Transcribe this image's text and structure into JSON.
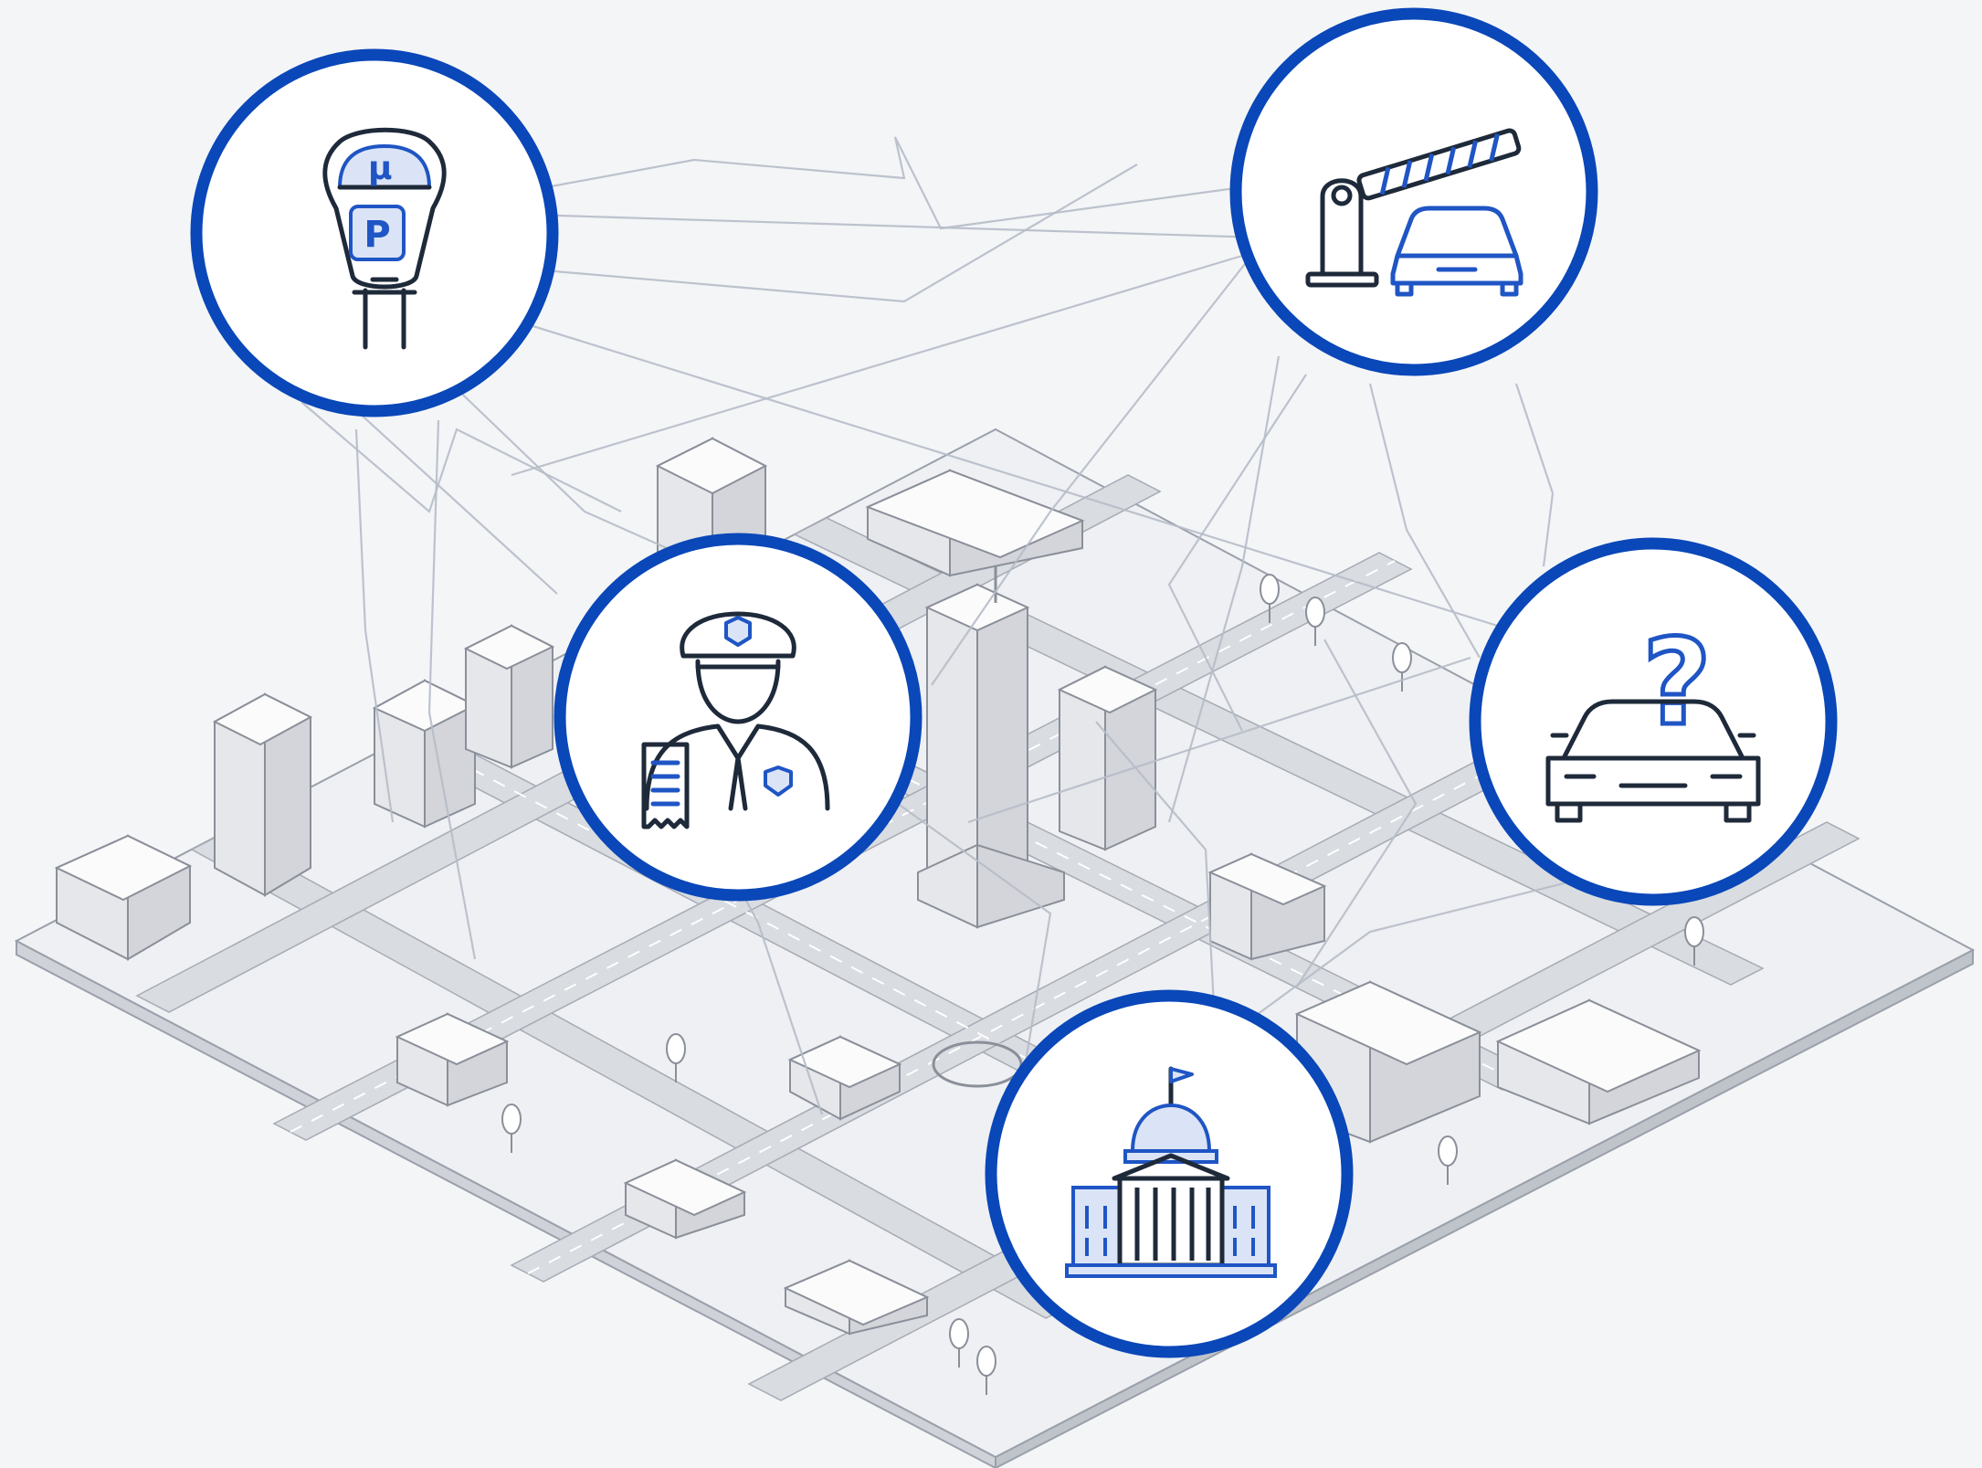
{
  "colors": {
    "background": "#f4f5f7",
    "ring": "#0a47b8",
    "icon_accent": "#1f55c4",
    "icon_ink": "#1e2a3a",
    "city_line": "#8a8f99"
  },
  "nodes": [
    {
      "id": "parking-meter",
      "icon": "parking-meter-icon",
      "glyph": "P"
    },
    {
      "id": "parking-gate",
      "icon": "barrier-gate-car-icon"
    },
    {
      "id": "enforcement-officer",
      "icon": "police-officer-ticket-icon"
    },
    {
      "id": "unknown-vehicle",
      "icon": "car-question-icon",
      "glyph": "?"
    },
    {
      "id": "city-government",
      "icon": "government-building-icon"
    }
  ],
  "scene": {
    "base": "isometric-city-grid",
    "connections": "thin-grey-network-lines"
  }
}
